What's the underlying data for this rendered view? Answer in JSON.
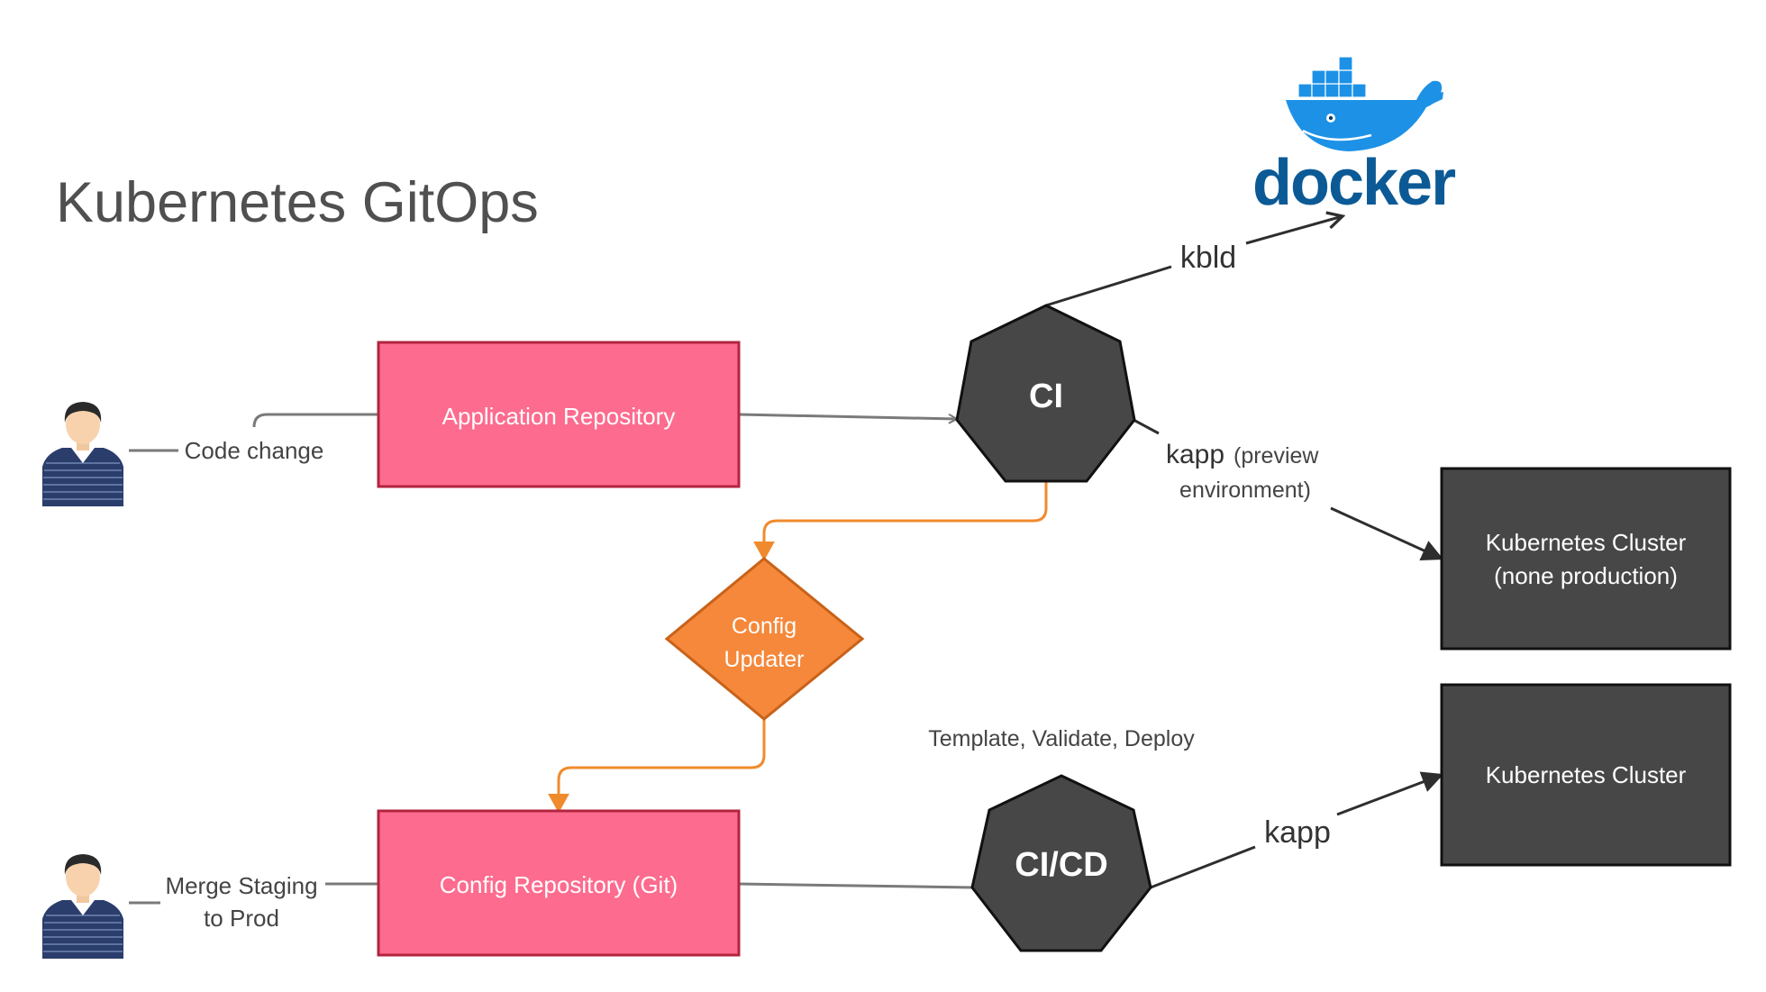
{
  "title": "Kubernetes GitOps",
  "colors": {
    "repo_fill": "#fd6b8e",
    "repo_stroke": "#b3243f",
    "dark_node": "#474747",
    "updater_fill": "#f5883a",
    "orange_line": "#f08b2d",
    "gray_line": "#7a7a7a",
    "docker_blue": "#1d91e6",
    "docker_text": "#0b5a96"
  },
  "nodes": {
    "app_repo": "Application Repository",
    "config_repo": "Config Repository (Git)",
    "ci": "CI",
    "cicd": "CI/CD",
    "config_updater": [
      "Config",
      "Updater"
    ],
    "k8s_nonprod": [
      "Kubernetes Cluster",
      "(none production)"
    ],
    "k8s_prod": "Kubernetes Cluster"
  },
  "edge_labels": {
    "code_change": "Code change",
    "merge_staging": [
      "Merge Staging",
      "to Prod"
    ],
    "kbld": "kbld",
    "kapp_preview": "kapp",
    "kapp_preview_note": "(preview",
    "kapp_preview_note2": "environment)",
    "template_validate_deploy": "Template,  Validate,  Deploy",
    "kapp": "kapp"
  },
  "logo": {
    "name": "docker-logo",
    "text": "docker"
  },
  "icons": [
    "user-avatar-icon",
    "user-avatar-icon"
  ]
}
